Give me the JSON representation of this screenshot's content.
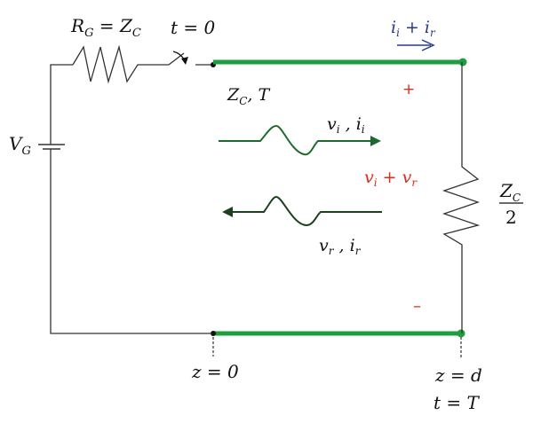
{
  "colors": {
    "wire": "#333333",
    "line": "#1f9e3f",
    "wave_incident": "#1e6a2e",
    "wave_reflected": "#1e3f1e",
    "current_label": "#2a3a8c",
    "voltage_label": "#e02a1a"
  },
  "labels": {
    "generator_resistance": {
      "main": "R",
      "sub": "G",
      "eq": " = ",
      "rhs": "Z",
      "rhs_sub": "C"
    },
    "switch_time": "t = 0",
    "line_params": {
      "main": "Z",
      "sub": "C",
      "rest": ", T"
    },
    "current_sum": {
      "a": "i",
      "a_sub": "i",
      "op": " + ",
      "b": "i",
      "b_sub": "r"
    },
    "plus_sign": "+",
    "minus_sign": "–",
    "incident_wave": {
      "a": "v",
      "a_sub": "i",
      "sep": " , ",
      "b": "i",
      "b_sub": "i"
    },
    "reflected_wave": {
      "a": "v",
      "a_sub": "r",
      "sep": " , ",
      "b": "i",
      "b_sub": "r"
    },
    "load_voltage": {
      "a": "v",
      "a_sub": "i",
      "op": " + ",
      "b": "v",
      "b_sub": "r"
    },
    "load_impedance": {
      "num": "Z",
      "num_sub": "C",
      "den": "2"
    },
    "source": {
      "main": "V",
      "sub": "G"
    },
    "z_start": "z = 0",
    "z_end": "z = d",
    "t_end": "t = T"
  }
}
